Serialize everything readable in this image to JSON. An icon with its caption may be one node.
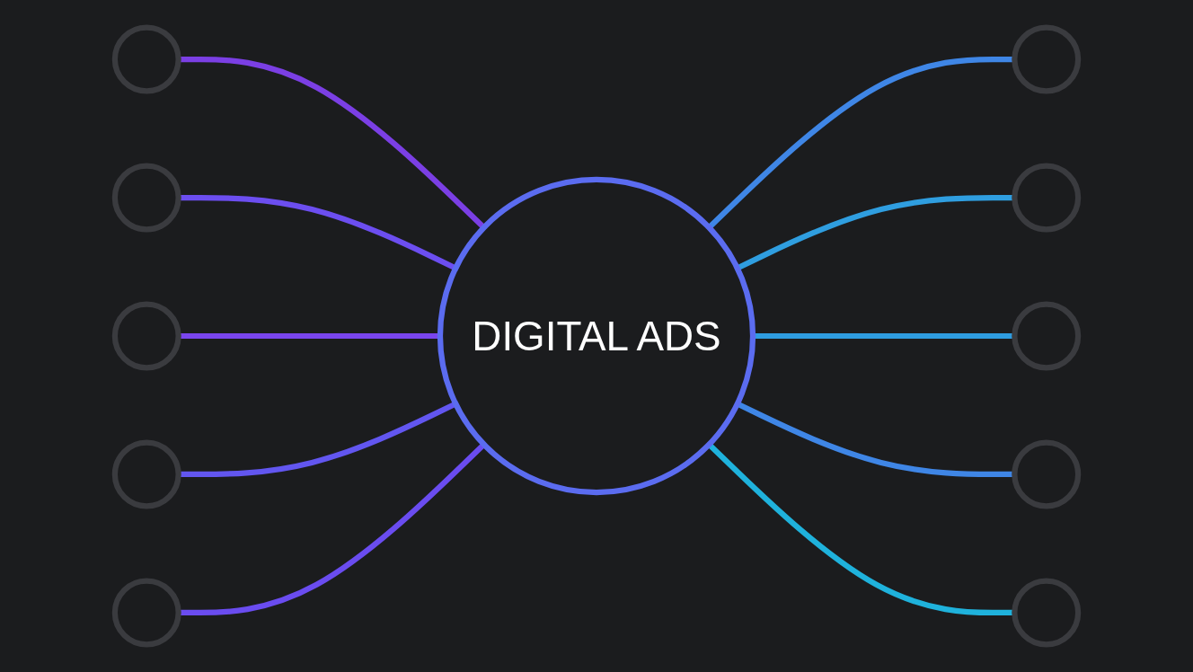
{
  "diagram": {
    "nodes": [
      {
        "text": [
          "DIGITAL ADS"
        ]
      },
      {
        "text": [],
        "shape": "circle"
      },
      {
        "text": [],
        "shape": "circle"
      },
      {
        "text": [],
        "shape": "circle"
      },
      {
        "text": [],
        "shape": "circle"
      },
      {
        "text": [],
        "shape": "circle"
      },
      {
        "text": [],
        "shape": "circle"
      },
      {
        "text": [],
        "shape": "circle"
      },
      {
        "text": [],
        "shape": "circle"
      },
      {
        "text": [],
        "shape": "circle"
      },
      {
        "text": [],
        "shape": "circle"
      }
    ],
    "edges": [
      {
        "from": 1,
        "to": 0,
        "arrow": "none",
        "color": "#7b3fe4"
      },
      {
        "from": 2,
        "to": 0,
        "arrow": "none",
        "color": "#6c4ef0"
      },
      {
        "from": 3,
        "to": 0,
        "arrow": "none",
        "color": "#7a45ee"
      },
      {
        "from": 4,
        "to": 0,
        "arrow": "none",
        "color": "#6256f0"
      },
      {
        "from": 5,
        "to": 0,
        "arrow": "none",
        "color": "#6a4cf0"
      },
      {
        "from": 0,
        "to": 6,
        "arrow": "none",
        "color": "#3f86e6"
      },
      {
        "from": 0,
        "to": 7,
        "arrow": "none",
        "color": "#2f9ee0"
      },
      {
        "from": 0,
        "to": 8,
        "arrow": "none",
        "color": "#2e9ce0"
      },
      {
        "from": 0,
        "to": 9,
        "arrow": "none",
        "color": "#3f86e6"
      },
      {
        "from": 0,
        "to": 10,
        "arrow": "none",
        "color": "#1fb2dc"
      }
    ]
  }
}
